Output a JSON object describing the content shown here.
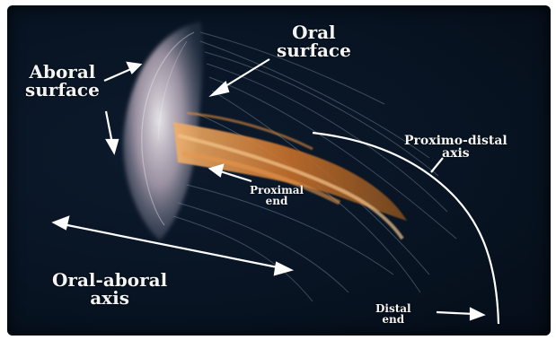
{
  "labels": {
    "oral_surface": {
      "line1": "Oral",
      "line2": "surface"
    },
    "aboral_surface": {
      "line1": "Aboral",
      "line2": "surface"
    },
    "proximo_distal_axis": {
      "line1": "Proximo-distal",
      "line2": "axis"
    },
    "proximal_end": {
      "line1": "Proximal",
      "line2": "end"
    },
    "oral_aboral_axis": {
      "line1": "Oral-aboral",
      "line2": "axis"
    },
    "distal_end": {
      "line1": "Distal",
      "line2": "end"
    }
  },
  "colors": {
    "background": "#061222",
    "bell": "#e9dfe6",
    "oral_arms": "#d07a2e",
    "label": "#f4f4f4"
  }
}
